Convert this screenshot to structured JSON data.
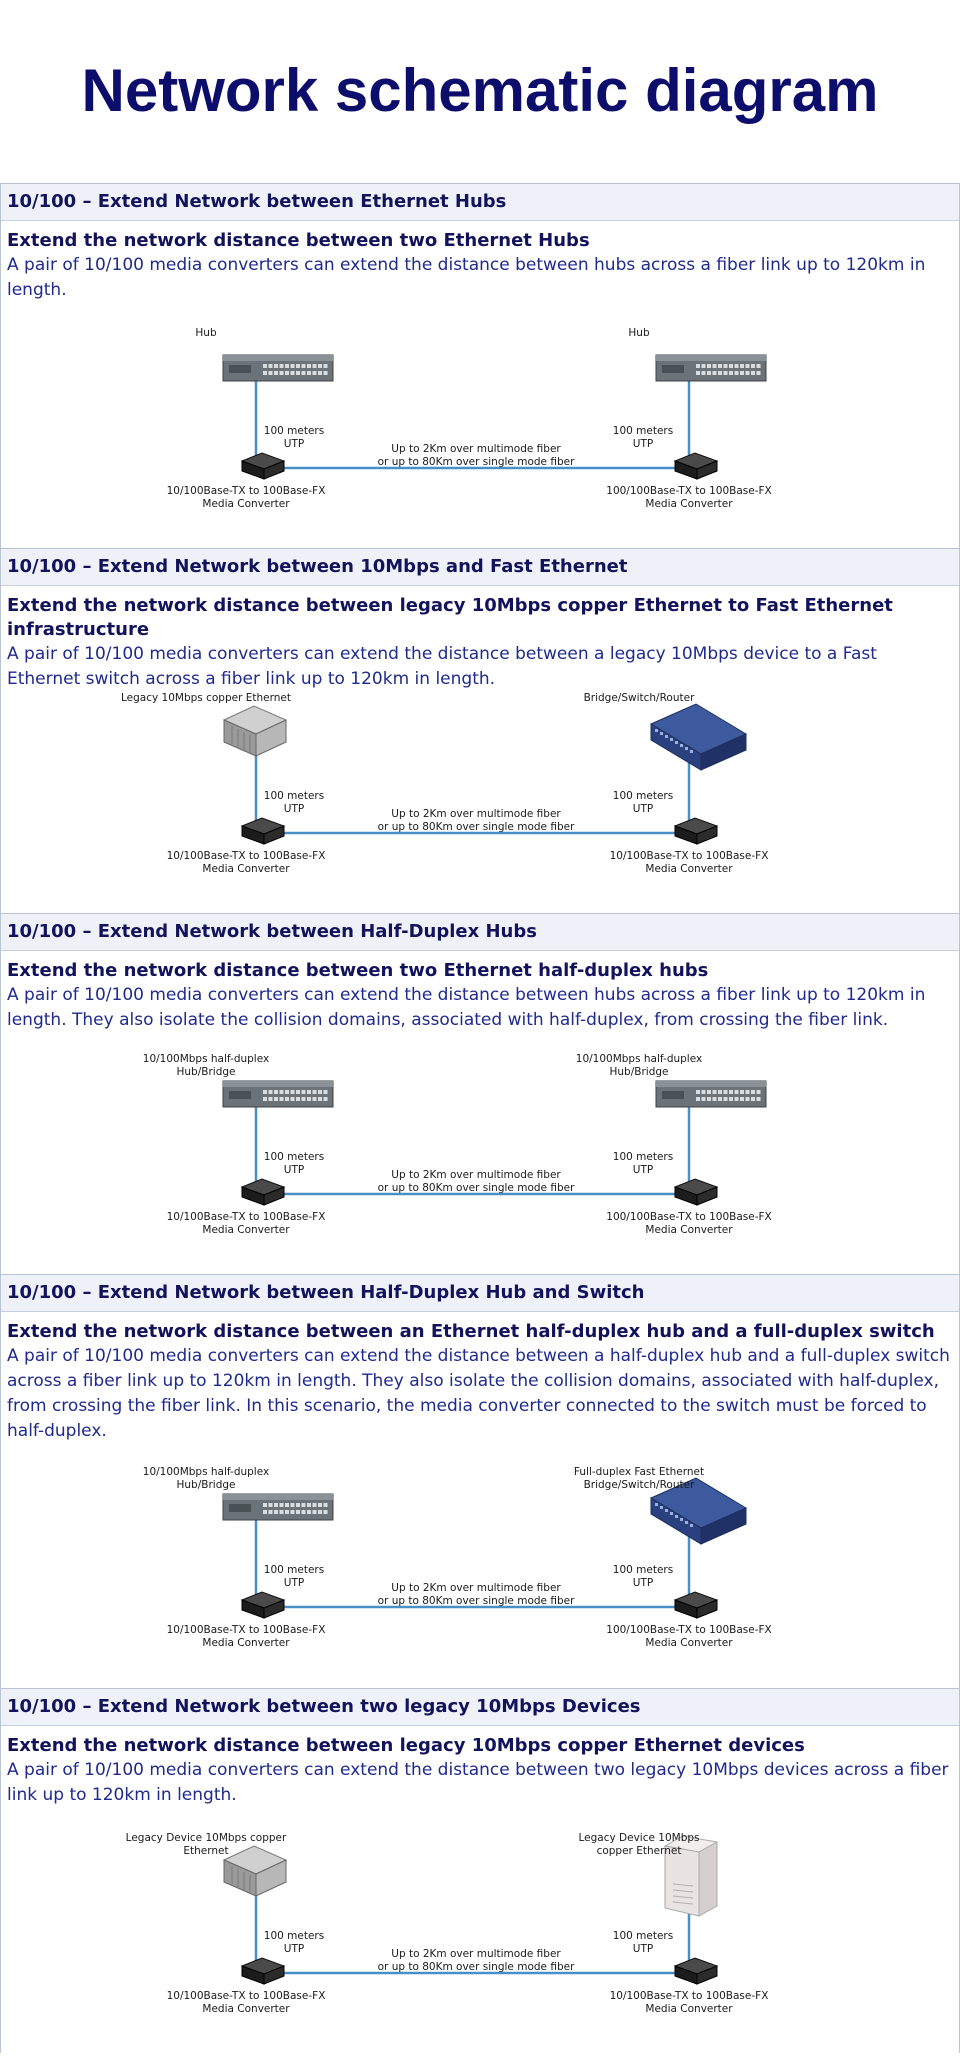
{
  "page": {
    "title": "Network schematic diagram"
  },
  "colors": {
    "title": "#0d0d6b",
    "link": "#4a90c8",
    "header_bg": "#eef2f8",
    "text": "#1f2a8c"
  },
  "sections": [
    {
      "header": "10/100 – Extend Network between Ethernet Hubs",
      "subtitle": "Extend the network distance between two Ethernet Hubs",
      "description": "A pair of 10/100 media converters can extend the distance between hubs across a fiber link up to 120km in length.",
      "left_device": {
        "label": "Hub",
        "icon": "hub-icon"
      },
      "right_device": {
        "label": "Hub",
        "icon": "hub-icon"
      },
      "left_utp": "100 meters UTP",
      "right_utp": "100 meters UTP",
      "fiber_line1": "Up to 2Km over multimode fiber",
      "fiber_line2": "or up to 80Km over single mode fiber",
      "left_converter_line1": "10/100Base-TX to 100Base-FX",
      "left_converter_line2": "Media Converter",
      "right_converter_line1": "100/100Base-TX to 100Base-FX",
      "right_converter_line2": "Media Converter"
    },
    {
      "header": "10/100 – Extend Network between 10Mbps and Fast Ethernet",
      "subtitle": "Extend the network distance between legacy 10Mbps copper Ethernet to Fast Ethernet infrastructure",
      "description": "A pair of 10/100 media converters can extend the distance between a legacy 10Mbps device to a Fast Ethernet switch across a fiber link up to 120km in length.",
      "left_device": {
        "label": "Legacy 10Mbps copper Ethernet",
        "icon": "legacy-device-icon"
      },
      "right_device": {
        "label": "Bridge/Switch/Router",
        "icon": "switch-icon"
      },
      "left_utp": "100 meters UTP",
      "right_utp": "100 meters UTP",
      "fiber_line1": "Up to 2Km over multimode fiber",
      "fiber_line2": "or up to 80Km over single mode fiber",
      "left_converter_line1": "10/100Base-TX to 100Base-FX",
      "left_converter_line2": "Media Converter",
      "right_converter_line1": "10/100Base-TX to 100Base-FX",
      "right_converter_line2": "Media Converter"
    },
    {
      "header": "10/100 – Extend Network between Half-Duplex Hubs",
      "subtitle": "Extend the network distance between two Ethernet half-duplex hubs",
      "description": "A pair of 10/100 media converters can extend the distance between hubs across a fiber link up to 120km in length. They also isolate the collision domains, associated with half-duplex, from crossing the fiber link.",
      "left_device": {
        "label": "10/100Mbps half-duplex Hub/Bridge",
        "icon": "hub-icon"
      },
      "right_device": {
        "label": "10/100Mbps half-duplex Hub/Bridge",
        "icon": "hub-icon"
      },
      "left_utp": "100 meters UTP",
      "right_utp": "100 meters UTP",
      "fiber_line1": "Up to 2Km over multimode fiber",
      "fiber_line2": "or up to 80Km over single mode fiber",
      "left_converter_line1": "10/100Base-TX to 100Base-FX",
      "left_converter_line2": "Media Converter",
      "right_converter_line1": "100/100Base-TX to 100Base-FX",
      "right_converter_line2": "Media Converter"
    },
    {
      "header": "10/100 – Extend Network between Half-Duplex Hub and Switch",
      "subtitle": "Extend the network distance between an Ethernet half-duplex hub and a full-duplex switch",
      "description": "A pair of 10/100 media converters can extend the distance between a half-duplex hub and a full-duplex switch across a fiber link up to 120km in length. They also isolate the collision domains, associated with half-duplex, from crossing the fiber link. In this scenario, the media converter connected to the switch must be forced to half-duplex.",
      "left_device": {
        "label": "10/100Mbps half-duplex Hub/Bridge",
        "icon": "hub-icon"
      },
      "right_device": {
        "label": "Full-duplex Fast Ethernet\nBridge/Switch/Router",
        "icon": "switch-icon"
      },
      "left_utp": "100 meters UTP",
      "right_utp": "100 meters UTP",
      "fiber_line1": "Up to 2Km over multimode fiber",
      "fiber_line2": "or up to 80Km over single mode fiber",
      "left_converter_line1": "10/100Base-TX to 100Base-FX",
      "left_converter_line2": "Media Converter",
      "right_converter_line1": "100/100Base-TX to 100Base-FX",
      "right_converter_line2": "Media Converter"
    },
    {
      "header": "10/100 – Extend Network between two legacy 10Mbps Devices",
      "subtitle": "Extend the network distance between legacy 10Mbps copper Ethernet devices",
      "description": "A pair of 10/100 media converters can extend the distance between two legacy 10Mbps devices across a fiber link up to 120km in length.",
      "left_device": {
        "label": "Legacy Device 10Mbps copper Ethernet",
        "icon": "legacy-device-icon"
      },
      "right_device": {
        "label": "Legacy Device 10Mbps\ncopper Ethernet",
        "icon": "server-icon"
      },
      "left_utp": "100 meters UTP",
      "right_utp": "100 meters UTP",
      "fiber_line1": "Up to 2Km over multimode fiber",
      "fiber_line2": "or up to 80Km over single mode fiber",
      "left_converter_line1": "10/100Base-TX to 100Base-FX",
      "left_converter_line2": "Media Converter",
      "right_converter_line1": "10/100Base-TX to 100Base-FX",
      "right_converter_line2": "Media Converter"
    }
  ]
}
